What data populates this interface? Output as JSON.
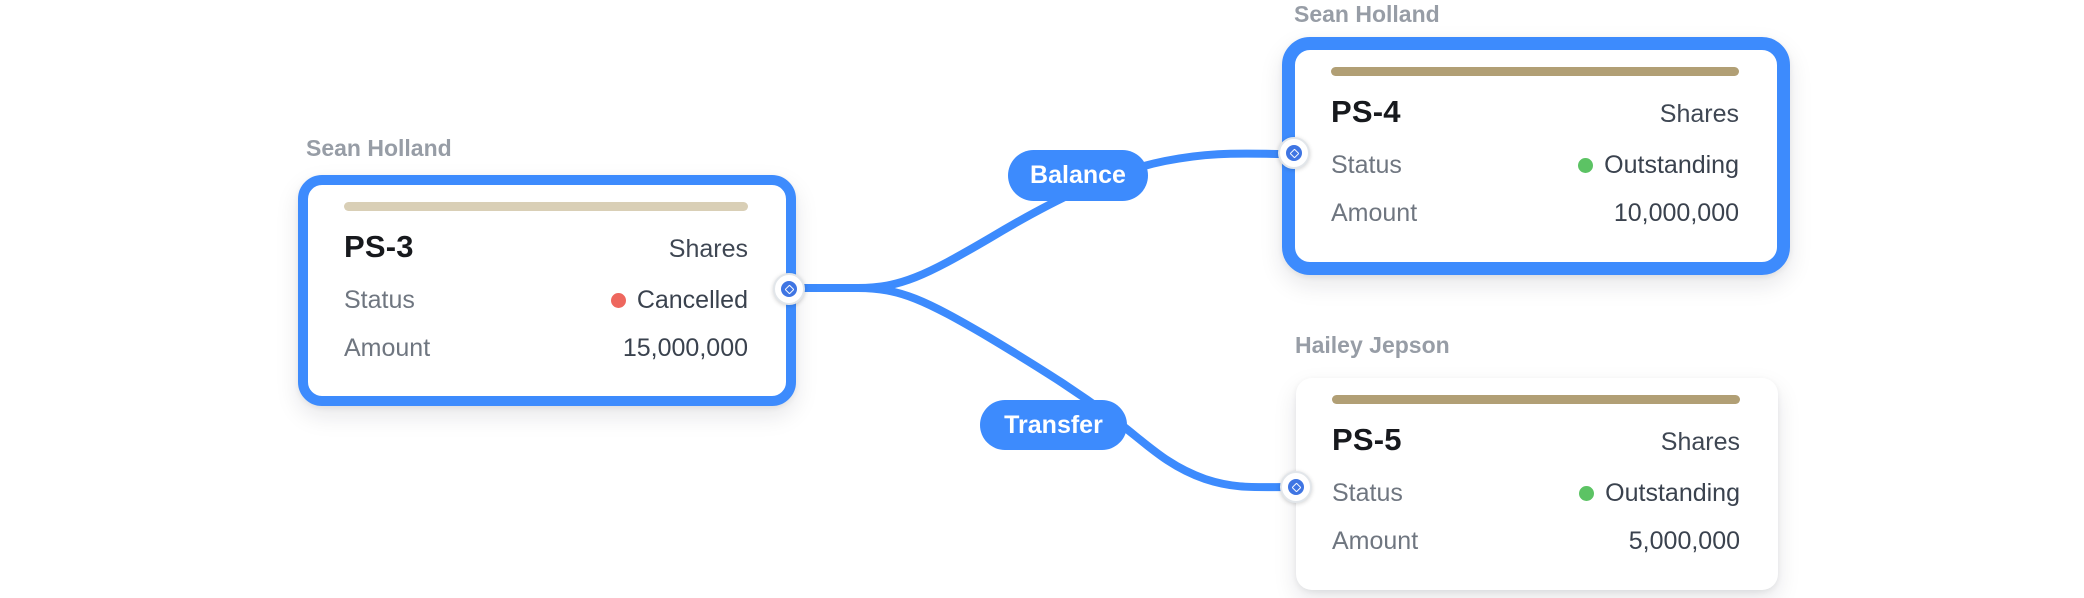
{
  "colors": {
    "background": "#ffffff",
    "accent_blue": "#3d8bfd",
    "port_inner_blue": "#3f75e3",
    "bar_active": "#b19f75",
    "bar_faded": "#d9cfb6",
    "status_red": "#ee675e",
    "status_green": "#5cc364"
  },
  "nodes": [
    {
      "owner": "Sean Holland",
      "certificate": "PS-3",
      "asset_type": "Shares",
      "status_label": "Status",
      "status_value": "Cancelled",
      "status_color": "#ee675e",
      "amount_label": "Amount",
      "amount_value": "15,000,000",
      "bar_color": "#d9cfb6",
      "selected": true
    },
    {
      "owner": "Sean Holland",
      "certificate": "PS-4",
      "asset_type": "Shares",
      "status_label": "Status",
      "status_value": "Outstanding",
      "status_color": "#5cc364",
      "amount_label": "Amount",
      "amount_value": "10,000,000",
      "bar_color": "#b19f75",
      "selected": true
    },
    {
      "owner": "Hailey Jepson",
      "certificate": "PS-5",
      "asset_type": "Shares",
      "status_label": "Status",
      "status_value": "Outstanding",
      "status_color": "#5cc364",
      "amount_label": "Amount",
      "amount_value": "5,000,000",
      "bar_color": "#b19f75",
      "selected": false
    }
  ],
  "edges": [
    {
      "label": "Balance"
    },
    {
      "label": "Transfer"
    }
  ]
}
